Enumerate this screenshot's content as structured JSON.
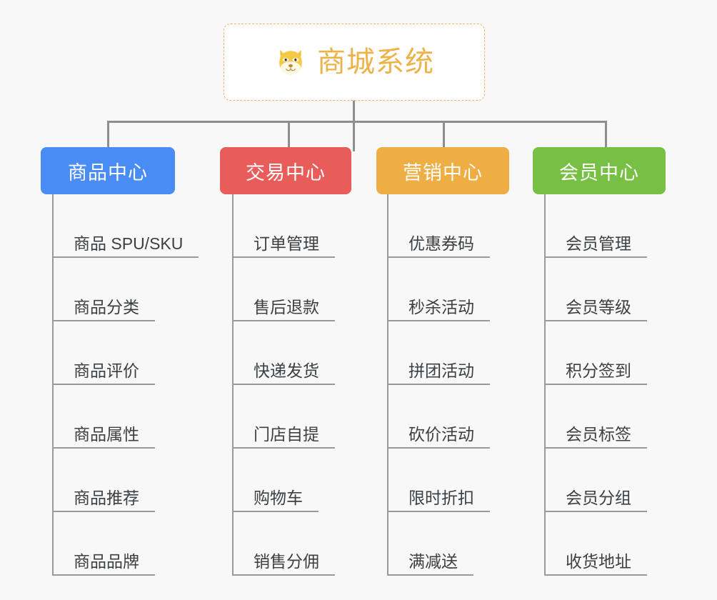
{
  "background_color": "#f8f8f8",
  "root": {
    "title": "商城系统",
    "icon": "dog-face-emoji",
    "text_color": "#edb349",
    "border_color": "#e8b96a",
    "background": "#ffffff"
  },
  "connector_color": "#8e8e8e",
  "leaf_line_color": "#9a9a9a",
  "leaf_text_color": "#3c4043",
  "columns": [
    {
      "title": "商品中心",
      "color": "#4a8cf5",
      "items": [
        {
          "label": "商品 SPU/SKU"
        },
        {
          "label": "商品分类"
        },
        {
          "label": "商品评价"
        },
        {
          "label": "商品属性"
        },
        {
          "label": "商品推荐"
        },
        {
          "label": "商品品牌"
        }
      ]
    },
    {
      "title": "交易中心",
      "color": "#e85d5a",
      "items": [
        {
          "label": "订单管理"
        },
        {
          "label": "售后退款"
        },
        {
          "label": "快递发货"
        },
        {
          "label": "门店自提"
        },
        {
          "label": "购物车"
        },
        {
          "label": "销售分佣"
        }
      ]
    },
    {
      "title": "营销中心",
      "color": "#eeae44",
      "items": [
        {
          "label": "优惠券码"
        },
        {
          "label": "秒杀活动"
        },
        {
          "label": "拼团活动"
        },
        {
          "label": "砍价活动"
        },
        {
          "label": "限时折扣"
        },
        {
          "label": "满减送"
        }
      ]
    },
    {
      "title": "会员中心",
      "color": "#77c043",
      "items": [
        {
          "label": "会员管理"
        },
        {
          "label": "会员等级"
        },
        {
          "label": "积分签到"
        },
        {
          "label": "会员标签"
        },
        {
          "label": "会员分组"
        },
        {
          "label": "收货地址"
        }
      ]
    }
  ]
}
